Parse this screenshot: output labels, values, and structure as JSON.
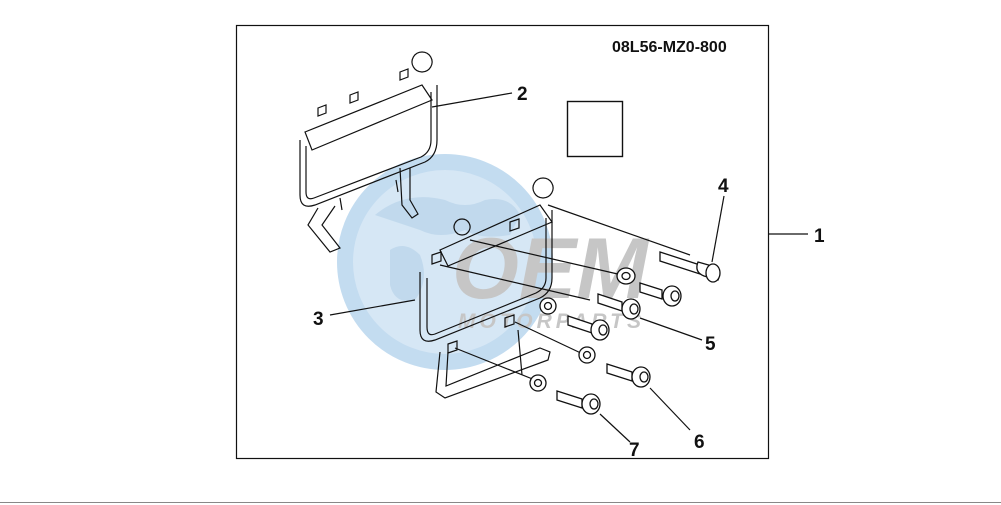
{
  "diagram": {
    "part_number": "08L56-MZ0-800",
    "callouts": [
      "1",
      "2",
      "3",
      "4",
      "5",
      "6",
      "7"
    ]
  },
  "watermark": {
    "logo_text": "OEM",
    "sub_text": "MOTORPARTS",
    "colors": {
      "globe": "#cfe3f4",
      "ring": "#b9d6ee",
      "text": "#bdbdbd"
    }
  },
  "colors": {
    "ink": "#111111",
    "footer_rule": "#888888"
  }
}
